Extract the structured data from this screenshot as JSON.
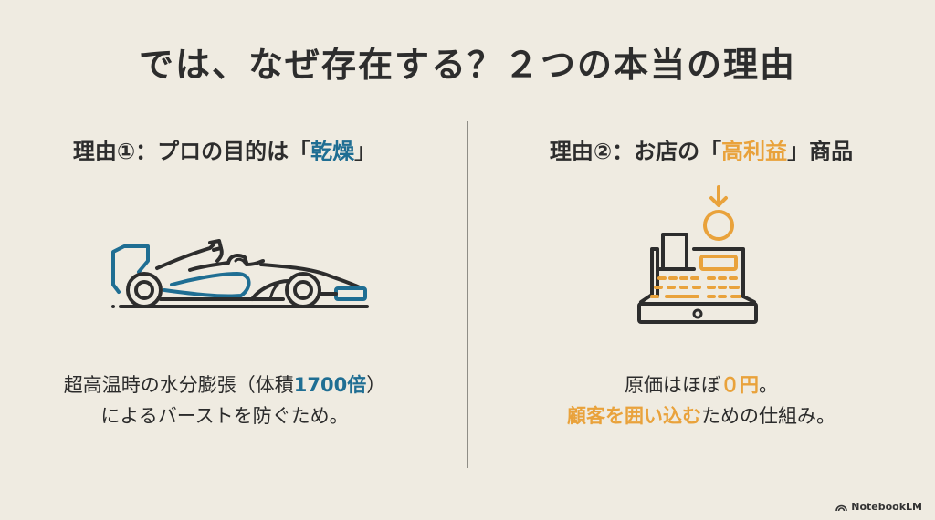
{
  "slide": {
    "title": "では、なぜ存在する？２つの本当の理由"
  },
  "left": {
    "heading_prefix": "理由①：プロの目的は「",
    "heading_accent": "乾燥",
    "heading_suffix": "」",
    "illustration": "race-car-icon",
    "desc_line1_prefix": "超高温時の水分膨張（体積",
    "desc_line1_accent": "1700倍",
    "desc_line1_suffix": "）",
    "desc_line2": "によるバーストを防ぐため。"
  },
  "right": {
    "heading_prefix": "理由②：お店の「",
    "heading_accent": "高利益",
    "heading_suffix": "」商品",
    "illustration": "cash-register-icon",
    "desc_line1_prefix": "原価はほぼ",
    "desc_line1_accent": "０円",
    "desc_line1_suffix": "。",
    "desc_line2_accent": "顧客を囲い込む",
    "desc_line2_suffix": "ための仕組み。"
  },
  "branding": {
    "label": "NotebookLM",
    "icon": "notebooklm-logo-icon"
  },
  "colors": {
    "background": "#EFEBE1",
    "text": "#2D2D2D",
    "accent_blue": "#1F6E93",
    "accent_orange": "#E9A23B",
    "divider": "#8F8D86"
  }
}
